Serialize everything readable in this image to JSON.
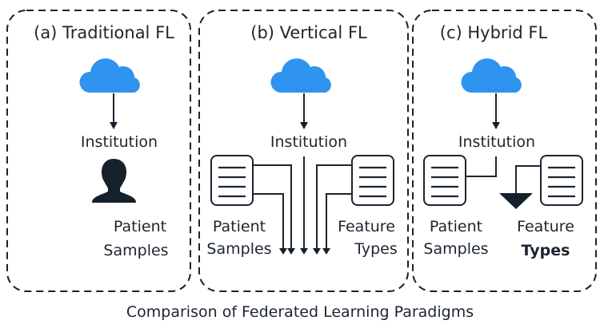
{
  "caption": "Comparison of Federated Learning Paradigms",
  "colors": {
    "cloud": "#2f93f0",
    "ink": "#1c2530"
  },
  "panels": [
    {
      "id": "a",
      "title": "(a) Traditional FL",
      "server_icon": "cloud-icon",
      "node_label": "Institution",
      "client_icon": "person-icon",
      "data_labels": {
        "line1": "Patient",
        "line2": "Samples"
      }
    },
    {
      "id": "b",
      "title": "(b) Vertical FL",
      "server_icon": "cloud-icon",
      "node_label": "Institution",
      "left_icon": "document-icon",
      "right_icon": "document-icon",
      "left_labels": {
        "line1": "Patient",
        "line2": "Samples"
      },
      "right_labels": {
        "line1": "Feature",
        "line2": "Types"
      }
    },
    {
      "id": "c",
      "title": "(c) Hybrid FL",
      "server_icon": "cloud-icon",
      "node_label": "Institution",
      "left_icon": "document-icon",
      "right_icon": "document-icon",
      "left_labels": {
        "line1": "Patient",
        "line2": "Samples"
      },
      "right_labels": {
        "line1": "Feature",
        "line2": "Types"
      }
    }
  ]
}
